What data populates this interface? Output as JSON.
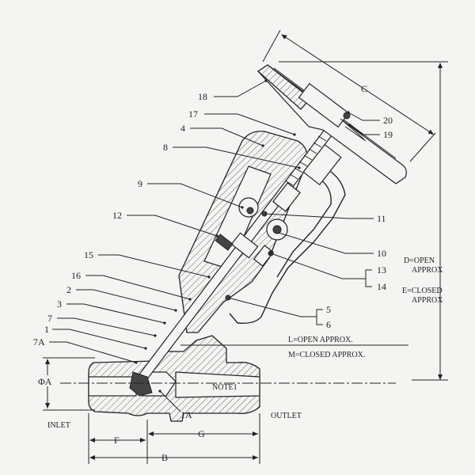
{
  "labels": {
    "l18": "18",
    "l17": "17",
    "l4": "4",
    "l8": "8",
    "l9": "9",
    "l12": "12",
    "l15": "15",
    "l16": "16",
    "l2": "2",
    "l3": "3",
    "l7": "7",
    "l1": "1",
    "l7a": "7A",
    "l20": "20",
    "l19": "19",
    "l11": "11",
    "l10": "10",
    "l13": "13",
    "l14": "14",
    "l5": "5",
    "l6": "6",
    "l1a": "1A"
  },
  "dims": {
    "c": "C",
    "d_line1": "D=OPEN",
    "d_line2": "APPROX",
    "e_line1": "E=CLOSED",
    "e_line2": "APPROX",
    "l_open": "L=OPEN APPROX.",
    "m_closed": "M=CLOSED APPROX.",
    "note": "NOTE1",
    "phi_a": "ΦA",
    "f": "F",
    "g": "G",
    "b": "B"
  },
  "ports": {
    "inlet": "INLET",
    "outlet": "OUTLET"
  }
}
